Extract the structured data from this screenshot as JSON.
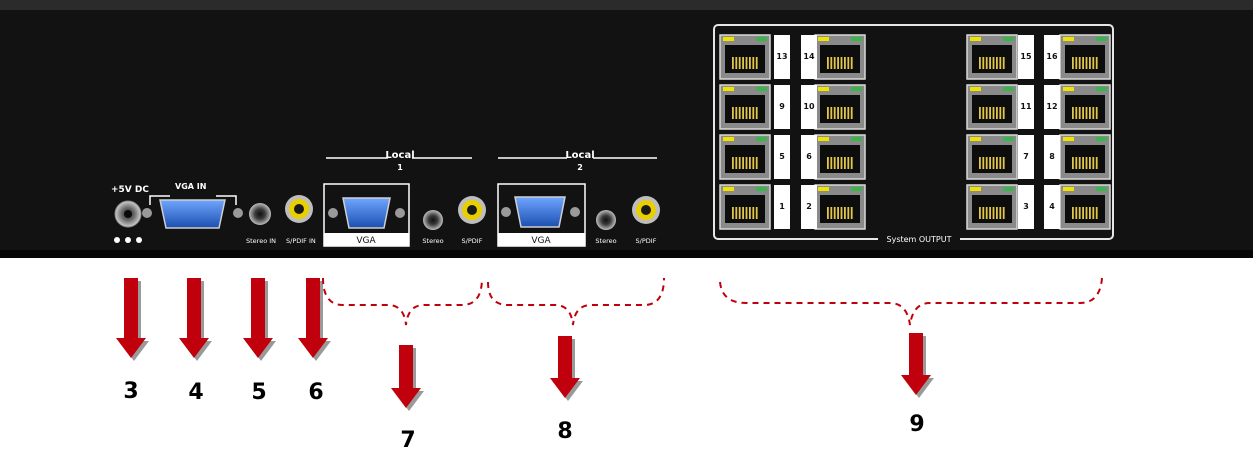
{
  "panel": {
    "dc_label": "+5V DC",
    "vga_in_label": "VGA IN",
    "stereo_in_label": "Stereo IN",
    "spdif_in_label": "S/PDIF IN",
    "local1_label": "Local",
    "local1_num": "1",
    "local2_label": "Local",
    "local2_num": "2",
    "vga_label": "VGA",
    "stereo_label": "Stereo",
    "spdif_label": "S/PDIF",
    "system_output_label": "System OUTPUT",
    "port_numbers": [
      "13",
      "14",
      "15",
      "16",
      "9",
      "10",
      "11",
      "12",
      "5",
      "6",
      "7",
      "8",
      "1",
      "2",
      "3",
      "4"
    ]
  },
  "callouts": [
    "3",
    "4",
    "5",
    "6",
    "7",
    "8",
    "9"
  ],
  "colors": {
    "panel": "#121212",
    "arrow": "#c0000c",
    "dash": "#c0000c",
    "vga_blue": "#2d6fd8",
    "spdif_yellow": "#e8d000",
    "led_yellow": "#f2e200",
    "led_green": "#39b54a"
  }
}
